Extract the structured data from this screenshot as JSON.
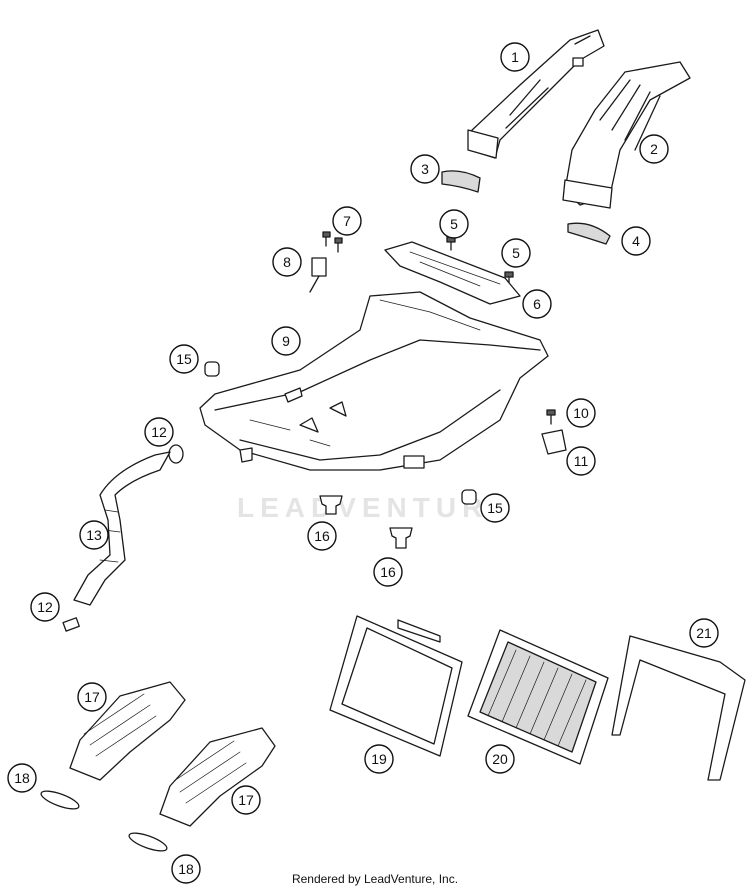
{
  "watermark": "LEADVENTURE",
  "footer": "Rendered by LeadVenture, Inc.",
  "callouts": [
    "1",
    "2",
    "3",
    "4",
    "5",
    "5",
    "6",
    "7",
    "8",
    "9",
    "10",
    "11",
    "12",
    "12",
    "13",
    "15",
    "15",
    "16",
    "16",
    "17",
    "17",
    "18",
    "18",
    "19",
    "20",
    "21"
  ]
}
